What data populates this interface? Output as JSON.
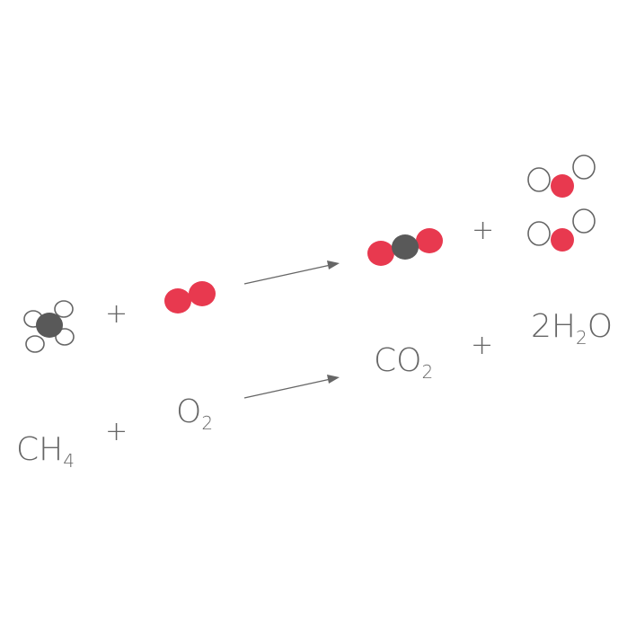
{
  "reaction": {
    "reactant_methane": {
      "symbol": "CH",
      "subscript": "4"
    },
    "reactant_oxygen": {
      "symbol": "O",
      "subscript": "2"
    },
    "product_co2": {
      "symbol": "CO",
      "subscript": "2"
    },
    "product_water": {
      "coefficient": "2",
      "symbol_h": "H",
      "subscript": "2",
      "symbol_o": "O"
    },
    "plus_sign": "+"
  },
  "colors": {
    "carbon": "#595959",
    "oxygen": "#e8394f",
    "hydrogen_outline": "#666666",
    "text": "#666666",
    "background": "#ffffff"
  }
}
